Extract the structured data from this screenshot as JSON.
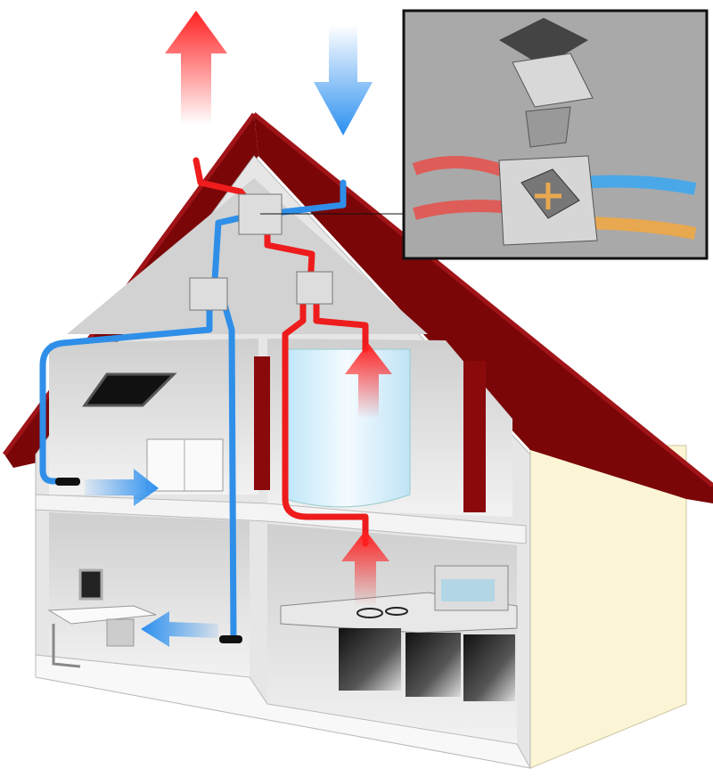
{
  "colors": {
    "roof": "#7a0608",
    "roof_edge": "#a01418",
    "wall_front": "#e4e4e4",
    "wall_side": "#fbf5d6",
    "supply_duct": "#2f8fe8",
    "extract_duct": "#ee1c1c",
    "inset_background": "#a9a9a9",
    "inset_exhaust_stream": "#e8504a",
    "inset_intake_stream": "#4aa8e8",
    "inset_outdoor_stream": "#e8a850"
  },
  "icons": {
    "exhaust_arrow": "arrow-up-red",
    "intake_arrow": "arrow-down-blue",
    "heat_recovery_unit": "heat-exchanger",
    "supply_vent_arrow": "arrow-right-blue",
    "extract_vent_arrow": "arrow-up-red"
  }
}
